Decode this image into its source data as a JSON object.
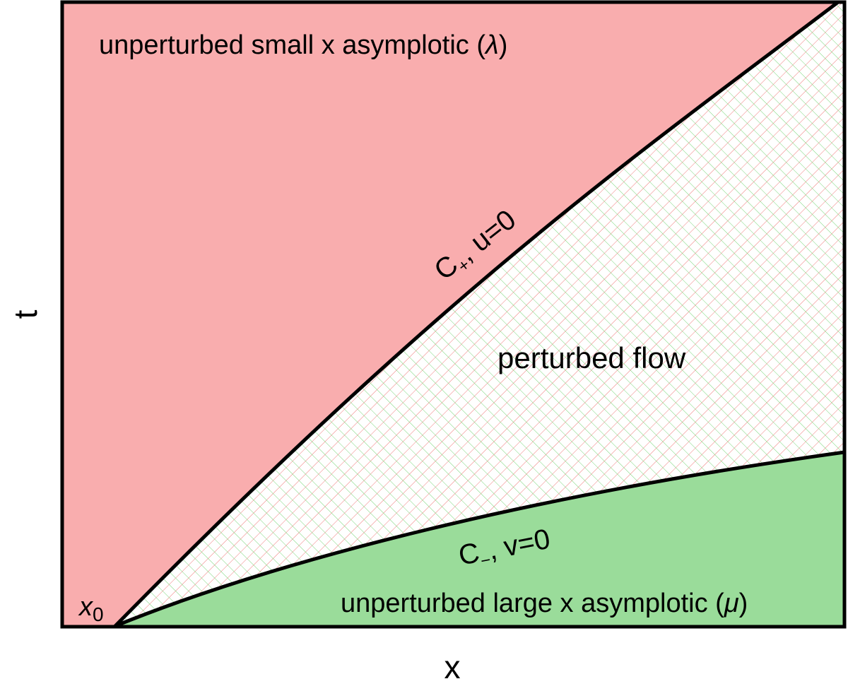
{
  "axes": {
    "x_label": "x",
    "y_label": "t",
    "origin_label": "x",
    "origin_subscript": "0"
  },
  "regions": {
    "small_x": {
      "label_prefix": "unperturbed small x asymplotic (",
      "symbol": "λ",
      "label_suffix": ")",
      "color": "#f9adae"
    },
    "perturbed": {
      "label": "perturbed flow",
      "hatch_colors": [
        "#f07a7a",
        "#7ad67a"
      ]
    },
    "large_x": {
      "label_prefix": "unperturbed large x asymplotic (",
      "symbol": "μ",
      "label_suffix": ")",
      "color": "#9adc9a"
    }
  },
  "curves": {
    "c_plus": {
      "name": "C",
      "subscript": "+",
      "condition": ", u=0"
    },
    "c_minus": {
      "name": "C",
      "subscript": "−",
      "condition": ", v=0"
    }
  }
}
